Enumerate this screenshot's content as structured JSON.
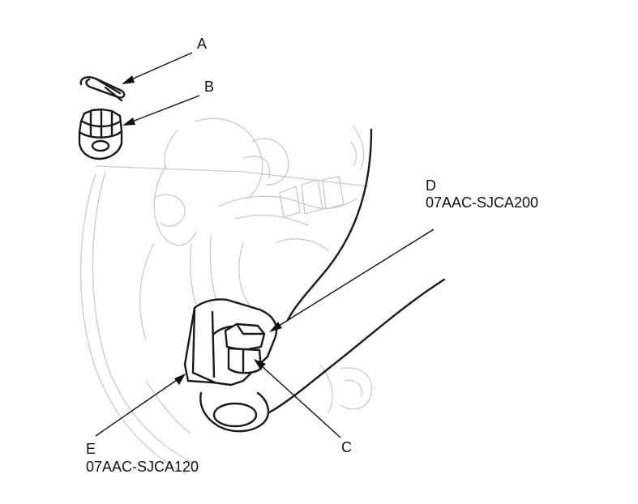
{
  "callouts": {
    "a": {
      "letter": "A"
    },
    "b": {
      "letter": "B"
    },
    "c": {
      "letter": "C"
    },
    "d": {
      "letter": "D",
      "part_number": "07AAC-SJCA200"
    },
    "e": {
      "letter": "E",
      "part_number": "07AAC-SJCA120"
    }
  },
  "colors": {
    "line": "#1a1a1a",
    "ghost_line": "#c9c9c9",
    "background": "#ffffff"
  }
}
